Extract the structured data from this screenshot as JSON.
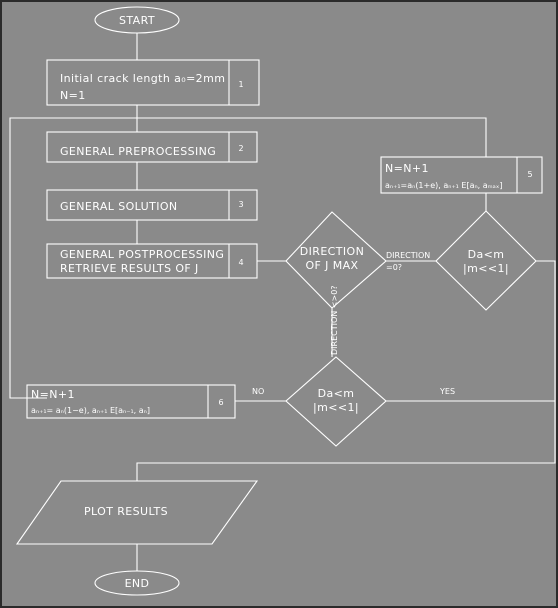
{
  "colors": {
    "background": "#8a8a8a",
    "frame": "#2b2b2b",
    "stroke": "#ffffff",
    "text": "#ffffff"
  },
  "nodes": {
    "start": {
      "label": "START"
    },
    "step1": {
      "line1": "Initial crack length a₀=2mm",
      "line2": "N=1",
      "number": "1"
    },
    "step2": {
      "label": "GENERAL PREPROCESSING",
      "number": "2"
    },
    "step3": {
      "label": "GENERAL  SOLUTION",
      "number": "3"
    },
    "step4": {
      "line1": "GENERAL POSTPROCESSING",
      "line2": "RETRIEVE RESULTS OF J",
      "number": "4"
    },
    "decision_direction": {
      "line1": "DIRECTION",
      "line2": "OF J MAX"
    },
    "step5": {
      "line1": "N=N+1",
      "line2": "aₙ₊₁=aₙ(1+e), aₙ₊₁ E[aₙ, aₘₐₓ]",
      "number": "5"
    },
    "decision_right": {
      "line1": "Da<m",
      "line2": "|m<<1|"
    },
    "decision_lower": {
      "line1": "Da<m",
      "line2": "|m<<1|"
    },
    "step6": {
      "line1": "N=N+1",
      "line2": "aₙ₊₁= aₙ(1−e), aₙ₊₁ E[aₙ₋₁, aₙ]",
      "number": "6"
    },
    "plot": {
      "label": "PLOT RESULTS"
    },
    "end": {
      "label": "END"
    }
  },
  "edge_labels": {
    "direction_right_1": "DIRECTION",
    "direction_right_2": "=0?",
    "direction_down": "DIRECTION <>0?",
    "no": "NO",
    "yes": "YES"
  }
}
